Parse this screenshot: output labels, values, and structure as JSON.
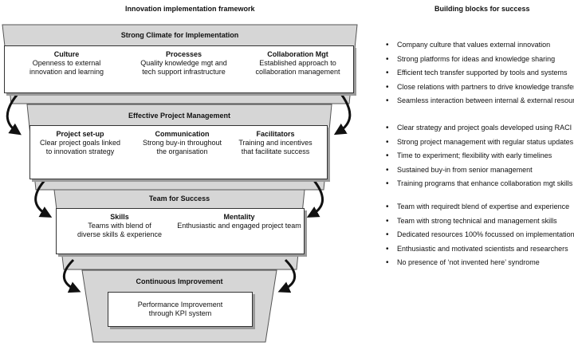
{
  "headers": {
    "left": "Innovation implementation framework",
    "right": "Building blocks for success"
  },
  "levels": [
    {
      "title": "Strong Climate for Implementation",
      "columns": [
        {
          "heading": "Culture",
          "line1": "Openness to external",
          "line2": "innovation and learning"
        },
        {
          "heading": "Processes",
          "line1": "Quality knowledge mgt and",
          "line2": "tech support infrastructure"
        },
        {
          "heading": "Collaboration Mgt",
          "line1": "Established approach to",
          "line2": "collaboration management"
        }
      ],
      "bullets": [
        "Company culture that values external innovation",
        "Strong platforms for ideas and knowledge sharing",
        "Efficient tech transfer supported by tools and systems",
        "Close relations with partners to drive knowledge transfer",
        "Seamless interaction between internal & external resources"
      ]
    },
    {
      "title": "Effective Project Management",
      "columns": [
        {
          "heading": "Project set-up",
          "line1": "Clear project goals linked",
          "line2": "to innovation strategy"
        },
        {
          "heading": "Communication",
          "line1": "Strong buy-in throughout",
          "line2": "the organisation"
        },
        {
          "heading": "Facilitators",
          "line1": "Training and incentives",
          "line2": "that facilitate success"
        }
      ],
      "bullets": [
        "Clear strategy and project goals developed using RACI",
        "Strong project management with regular status updates",
        "Time to experiment; flexibility with early timelines",
        "Sustained buy-in from senior management",
        "Training programs that enhance collaboration mgt skills"
      ]
    },
    {
      "title": "Team for Success",
      "columns": [
        {
          "heading": "Skills",
          "line1": "Teams with blend of",
          "line2": "diverse skills & experience"
        },
        {
          "heading": "Mentality",
          "line1": "Enthusiastic and engaged project team",
          "line2": ""
        }
      ],
      "bullets": [
        "Team with requiredt blend of expertise and experience",
        "Team with strong technical and management skills",
        "Dedicated resources 100% focussed on implementation",
        "Enthusiastic and motivated scientists and researchers",
        "No presence of ‘not invented here’ syndrome"
      ]
    },
    {
      "title": "Continuous Improvement",
      "columns": [
        {
          "heading": "",
          "line1": "Performance Improvement",
          "line2": "through KPI system"
        }
      ]
    }
  ]
}
